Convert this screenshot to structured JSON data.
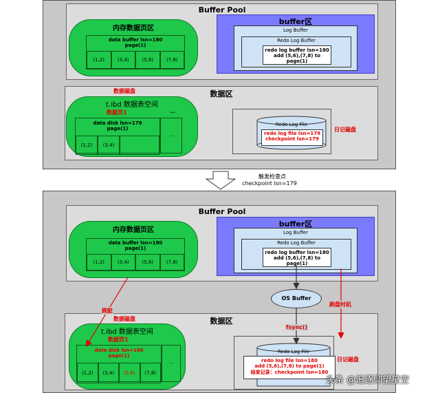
{
  "colors": {
    "outer_bg": "#c8c8c8",
    "panel_bg": "#dcdcdc",
    "green": "#1ec84a",
    "purple": "#7a7aff",
    "light_blue": "#cfe3f7",
    "red": "#e00000"
  },
  "top": {
    "buffer_pool": "Buffer Pool",
    "mem_pages": "内存数据页区",
    "data_buffer": "data buffer lsn=180\npage(1)",
    "cells": [
      "(1,2)",
      "(3,4)",
      "(5,6)",
      "(7,8)"
    ],
    "buffer_zone": "buffer区",
    "log_buffer": "Log Buffer",
    "redo_log_buffer": "Redo Log Buffer",
    "redo_content": "redo log buffer lsn=180\nadd (5,6),(7,8) to page(1)",
    "data_zone": "数据区",
    "data_disk_label": "数据磁盘",
    "ibd": "t.ibd 数据表空间",
    "page1": "数据页1",
    "ellipsis": "...",
    "data_disk": "data disk lsn=179\npage(1)",
    "disk_cells": [
      "(1,2)",
      "(3,4)"
    ],
    "redo_log_file": "Redo Log File",
    "log_file_content": "redo log file lsn=179\ncheckpoint lsn=179",
    "log_disk_label": "日记磁盘"
  },
  "middle": {
    "trigger": "触发检查点",
    "checkpoint": "checkpoint lsn=179"
  },
  "bottom": {
    "buffer_pool": "Buffer Pool",
    "mem_pages": "内存数据页区",
    "data_buffer": "data buffer lsn=180\npage(1)",
    "cells": [
      "(1,2)",
      "(3,4)",
      "(5,6)",
      "(7,8)"
    ],
    "buffer_zone": "buffer区",
    "log_buffer": "Log Buffer",
    "redo_log_buffer": "Redo Log Buffer",
    "redo_content": "redo log buffer lsn=180\nadd (5,6),(7,8) to page(1)",
    "os_buffer": "OS Buffer",
    "flush_time": "刷盘时机",
    "fsync": "fsync()",
    "flush_dirty": "刷脏",
    "data_zone": "数据区",
    "data_disk_label": "数据磁盘",
    "ibd": "t.ibd 数据表空间",
    "page1": "数据页1",
    "ellipsis": "...",
    "data_disk": "data disk lsn=180\npage(1)",
    "disk_cells": [
      "(1,2)",
      "(3,4)",
      "(5,6)",
      "(7,8)"
    ],
    "redo_log_file": "Redo Log File",
    "log_file_content": "redo log file lsn=180\nadd (5,6),(7,8) to page(1)\n结束记录：checkpoint lsn=180",
    "log_disk_label": "日记磁盘"
  },
  "watermark": "头条 @追逐仰望星空"
}
